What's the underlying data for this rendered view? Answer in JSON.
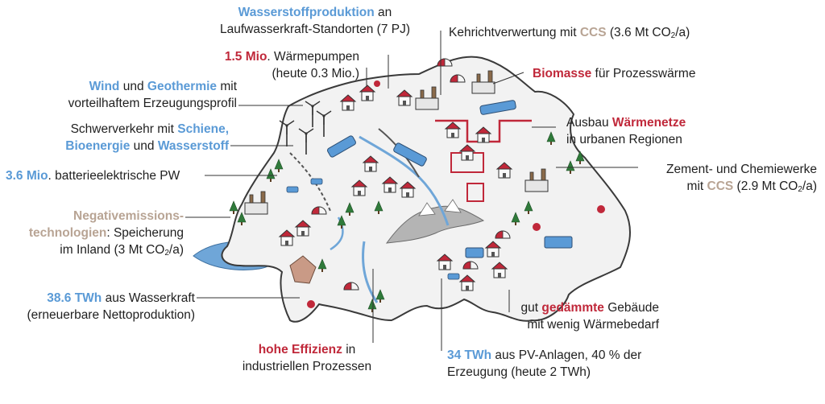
{
  "colors": {
    "highlight_blue": "#5a9ad6",
    "highlight_red": "#c0283a",
    "highlight_tan": "#b8a494",
    "text": "#1f1f1f",
    "map_fill": "#f2f2f2",
    "map_outline": "#3a3a3a",
    "water": "#6fa6d8",
    "roof_red": "#c0283a",
    "tree_green": "#2f7a3a",
    "mountain_gray": "#9a9a9a"
  },
  "icons": [
    "house-icon",
    "tree-icon",
    "wind-turbine-icon",
    "train-icon",
    "factory-icon",
    "mountain-icon",
    "heat-pump-icon",
    "bus-icon",
    "river-icon",
    "lake-icon"
  ],
  "labels": {
    "wasserstoff": {
      "l1_hl": "Wasserstoffproduktion",
      "l1_tail": " an",
      "l2": "Laufwasserkraft-Standorten (7 PJ)"
    },
    "kehricht": {
      "pre": "Kehrichtverwertung mit ",
      "hl": "CCS",
      "tail": " (3.6 Mt CO",
      "sub": "2",
      "end": "/a)"
    },
    "waermepumpen": {
      "hl": "1.5 Mio",
      "tail": ". Wärmepumpen",
      "l2": "(heute 0.3 Mio.)"
    },
    "biomasse": {
      "hl": "Biomasse",
      "tail": " für Prozesswärme"
    },
    "wind": {
      "hl1": "Wind",
      "mid": " und ",
      "hl2": "Geothermie",
      "tail": " mit",
      "l2": "vorteilhaftem Erzeugungsprofil"
    },
    "schwerverkehr": {
      "pre": "Schwerverkehr mit ",
      "hl1": "Schiene,",
      "hl2": "Bioenergie",
      "mid": " und ",
      "hl3": "Wasserstoff"
    },
    "waermenetze": {
      "pre": "Ausbau ",
      "hl": "Wärmenetze",
      "l2": "in urbanen Regionen"
    },
    "pw": {
      "hl": "3.6 Mio",
      "tail": ". batterieelektrische PW"
    },
    "zement": {
      "l1": "Zement- und Chemiewerke",
      "pre": "mit ",
      "hl": "CCS",
      "tail": " (2.9 Mt CO",
      "sub": "2",
      "end": "/a)"
    },
    "negativ": {
      "hl1": "Negativemissions-",
      "hl2": "technologien",
      "tail": ": Speicherung",
      "l3a": "im Inland (3 Mt CO",
      "sub": "2",
      "l3b": "/a)"
    },
    "wasserkraft": {
      "hl": "38.6 TWh",
      "tail": " aus Wasserkraft",
      "l2": "(erneuerbare Nettoproduktion)"
    },
    "gebaeude": {
      "pre": "gut ",
      "hl": "gedämmte",
      "tail": " Gebäude",
      "l2": "mit wenig Wärmebedarf"
    },
    "effizienz": {
      "hl": "hohe Effizienz",
      "tail": " in",
      "l2": "industriellen Prozessen"
    },
    "pv": {
      "hl": "34 TWh",
      "tail": " aus PV-Anlagen, 40 % der",
      "l2": "Erzeugung (heute 2 TWh)"
    }
  }
}
